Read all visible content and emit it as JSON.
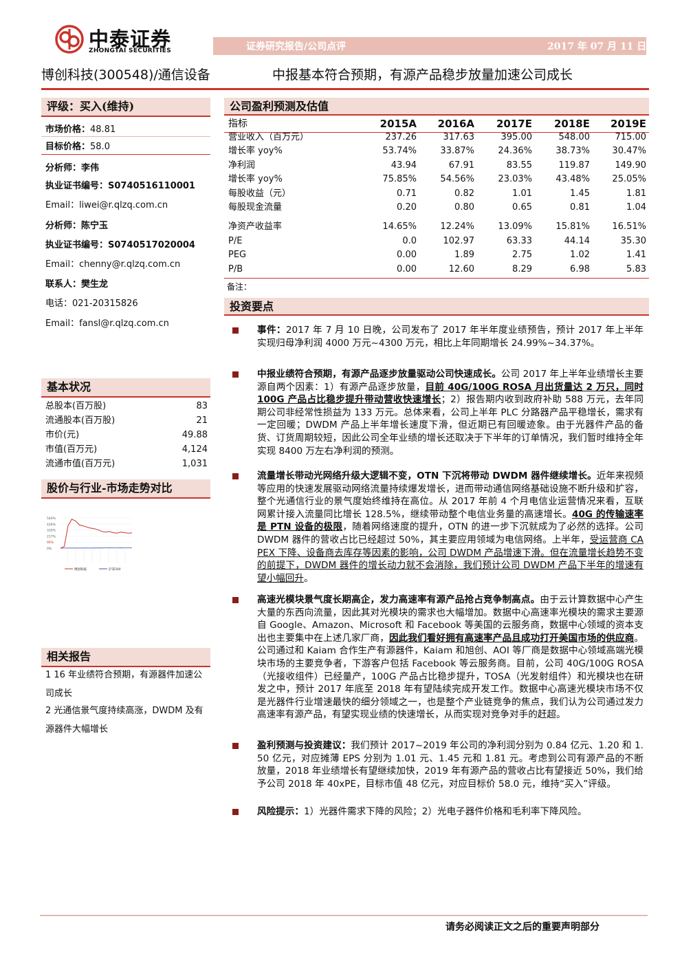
{
  "header": {
    "logo_cn": "中泰证券",
    "logo_en": "ZHONGTAI SECURITIES",
    "report_type": "证券研究报告/公司点评",
    "date": "2017 年 07 月 11 日",
    "company": "博创科技(300548)/通信设备",
    "headline": "中报基本符合预期，有源产品稳步放量加速公司成长",
    "brand_color": "#c8352c"
  },
  "rating": {
    "title": "评级：买入(维持)",
    "market_price_label": "市场价格：",
    "market_price": "48.81",
    "target_price_label": "目标价格：",
    "target_price": "58.0"
  },
  "analysts": [
    {
      "name_label": "分析师：",
      "name": "李伟",
      "cert_label": "执业证书编号：",
      "cert": "S0740516110001",
      "email": "Email：liwei@r.qlzq.com.cn"
    },
    {
      "name_label": "分析师：",
      "name": "陈宁玉",
      "cert_label": "执业证书编号：",
      "cert": "S0740517020004",
      "email": "Email：chenny@r.qlzq.com.cn"
    }
  ],
  "contact": {
    "label": "联系人：",
    "name": "樊生龙",
    "phone": "电话：021-20315826",
    "email": "Email：fansl@r.qlzq.com.cn"
  },
  "basics": {
    "title": "基本状况",
    "rows": [
      {
        "k": "总股本(百万股)",
        "v": "83"
      },
      {
        "k": "流通股本(百万股)",
        "v": "21"
      },
      {
        "k": "市价(元)",
        "v": "49.88"
      },
      {
        "k": "市值(百万元)",
        "v": "4,124"
      },
      {
        "k": "流通市值(百万元)",
        "v": "1,031"
      }
    ]
  },
  "price_chart": {
    "title": "股价与行业-市场走势对比",
    "chart_data": {
      "type": "line",
      "yticks": [
        "544%",
        "426%",
        "335%",
        "217%",
        "99%",
        "0%"
      ],
      "series": [
        {
          "name": "博创科技",
          "color": "#c8352c",
          "values": [
            0,
            30,
            400,
            520,
            490,
            420,
            400,
            380,
            360,
            350,
            330,
            300,
            290,
            300,
            280,
            270,
            290,
            280,
            270,
            275
          ]
        },
        {
          "name": "沪深300",
          "color": "#3c5aa6",
          "values": [
            0,
            1,
            2,
            2,
            3,
            2,
            3,
            4,
            3,
            4,
            5,
            4,
            5,
            6,
            5,
            6,
            7,
            6,
            7,
            7
          ]
        }
      ]
    }
  },
  "related": {
    "title": "相关报告",
    "items": [
      "1 16 年业绩符合预期，有源器件加速公司成长",
      "2 光通信景气度持续高涨，DWDM 及有源器件大幅增长"
    ]
  },
  "forecast": {
    "title": "公司盈利预测及估值",
    "columns": [
      "指标",
      "2015A",
      "2016A",
      "2017E",
      "2018E",
      "2019E"
    ],
    "rows": [
      [
        "营业收入（百万元）",
        "237.26",
        "317.63",
        "395.00",
        "548.00",
        "715.00"
      ],
      [
        "增长率 yoy%",
        "53.74%",
        "33.87%",
        "24.36%",
        "38.73%",
        "30.47%"
      ],
      [
        "净利润",
        "43.94",
        "67.91",
        "83.55",
        "119.87",
        "149.90"
      ],
      [
        "增长率 yoy%",
        "75.85%",
        "54.56%",
        "23.03%",
        "43.48%",
        "25.05%"
      ],
      [
        "每股收益（元）",
        "0.71",
        "0.82",
        "1.01",
        "1.45",
        "1.81"
      ],
      [
        "每股现金流量",
        "0.20",
        "0.80",
        "0.65",
        "0.81",
        "1.04"
      ],
      [
        "净资产收益率",
        "14.65%",
        "12.24%",
        "13.09%",
        "15.81%",
        "16.51%"
      ],
      [
        "P/E",
        "0.0",
        "102.97",
        "63.33",
        "44.14",
        "35.30"
      ],
      [
        "PEG",
        "0.00",
        "1.89",
        "2.75",
        "1.02",
        "1.41"
      ],
      [
        "P/B",
        "0.00",
        "12.60",
        "8.29",
        "6.98",
        "5.83"
      ]
    ],
    "note": "备注："
  },
  "investment": {
    "title": "投资要点",
    "b1": {
      "lead": "事件：",
      "text": "2017 年 7 月 10 日晚，公司发布了 2017 年半年度业绩预告，预计 2017 年上半年实现归母净利润 4000 万元~4300 万元，相比上年同期增长 24.99%~34.37%。"
    },
    "b2": {
      "lead": "中报业绩符合预期，有源产品逐步放量驱动公司快速成长。",
      "t1": "公司 2017 年上半年业绩增长主要源自两个因素：1）有源产品逐步放量，",
      "u1": "目前 40G/100G ROSA 月出货量达 2 万只，同时 100G 产品占比稳步提升带动营收快速增长",
      "t2": "；2）报告期内收到政府补助 588 万元，去年同期公司非经常性损益为 133 万元。总体来看，公司上半年 PLC 分路器产品平稳增长，需求有一定回暖；DWDM 产品上半年增长速度下滑，但近期已有回暖迹象。由于光器件产品的备货、订货周期较短，因此公司全年业绩的增长还取决于下半年的订单情况，我们暂时维持全年实现 8400 万左右净利润的预测。"
    },
    "b3": {
      "lead": "流量增长带动光网络升级大逻辑不变，OTN 下沉将带动 DWDM 器件继续增长。",
      "t1": "近年来视频等应用的快速发展驱动网络流量持续爆发增长，进而带动通信网络基础设施不断升级和扩容，整个光通信行业的景气度始终维持在高位。从 2017 年前 4 个月电信业运营情况来看，互联网累计接入流量同比增长 128.5%，继续带动整个电信业务量的高速增长。",
      "u1": "40G 的传输速率是 PTN 设备的极限",
      "t2": "，随着网络速度的提升，OTN 的进一步下沉就成为了必然的选择。公司 DWDM 器件的营收占比已经超过 50%，其主要应用领域为电信网络。上半年，",
      "u2": "受运营商 CAPEX 下降、设备商去库存等因素的影响，公司 DWDM 产品增速下滑。但在流量增长趋势不变的前提下，DWDM 器件的增长动力就不会消除，我们预计公司 DWDM 产品下半年的增速有望小幅回升",
      "t3": "。"
    },
    "b4": {
      "lead": "高速光模块景气度长期高企，发力高速率有源产品抢占竞争制高点。",
      "t1": "由于云计算数据中心产生大量的东西向流量，因此其对光模块的需求也大幅增加。数据中心高速率光模块的需求主要源自 Google、Amazon、Microsoft 和 Facebook 等美国的云服务商，数据中心领域的资本支出也主要集中在上述几家厂商，",
      "u1": "因此我们看好拥有高速率产品且成功打开美国市场的供应商",
      "t2": "。公司通过和 Kaiam 合作生产有源器件，Kaiam 和旭创、AOI 等厂商是数据中心领域高端光模块市场的主要竞争者，下游客户包括 Facebook 等云服务商。目前，公司 40G/100G ROSA（光接收组件）已经量产，100G 产品占比稳步提升，TOSA（光发射组件）和光模块也在研发之中，预计 2017 年底至 2018 年有望陆续完成开发工作。数据中心高速光模块市场不仅是光器件行业增速最快的细分领域之一，也是整个产业链竞争的焦点，我们认为公司通过发力高速率有源产品，有望实现业绩的快速增长，从而实现对竞争对手的赶超。"
    },
    "b5": {
      "lead": "盈利预测与投资建议：",
      "text": "我们预计 2017~2019 年公司的净利润分别为 0.84 亿元、1.20 和 1.50 亿元，对应摊薄 EPS 分别为 1.01 元、1.45 元和 1.81 元。考虑到公司有源产品的不断放量，2018 年业绩增长有望继续加快，2019 年有源产品的营收占比有望接近 50%，我们给予公司 2018 年 40xPE，目标市值 48 亿元，对应目标价 58.0 元，维持“买入”评级。"
    },
    "b6": {
      "lead": "风险提示：",
      "text": "1）光器件需求下降的风险；2）光电子器件价格和毛利率下降风险。"
    }
  },
  "footer": {
    "text": "请务必阅读正文之后的重要声明部分"
  }
}
